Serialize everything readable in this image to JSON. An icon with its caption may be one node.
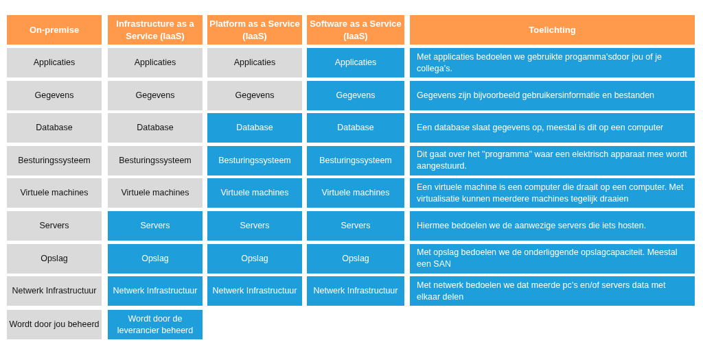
{
  "diagram": {
    "labels": [
      "On-premise",
      "Infrastructure as a Service (IaaS)",
      "Platform as a Service (IaaS)",
      "Software as a Service (IaaS)",
      "Toelichting",
      "Applicaties",
      "Applicaties",
      "Applicaties",
      "Applicaties",
      "Met applicaties bedoelen we gebruikte progamma’sdoor jou of je collega’s.",
      "Gegevens",
      "Gegevens",
      "Gegevens",
      "Gegevens",
      "Gegevens zijn bijvoorbeeld gebruikersinformatie en bestanden",
      "Database",
      "Database",
      "Database",
      "Database",
      "Een database slaat gegevens op, meestal is dit op een computer",
      "Besturingssysteem",
      "Besturingssysteem",
      "Besturingssysteem",
      "Besturingssysteem",
      "Dit gaat over het \"programma\" waar een elektrisch apparaat mee wordt aangestuurd.",
      "Virtuele machines",
      "Virtuele machines",
      "Virtuele machines",
      "Virtuele machines",
      "Een virtuele machine is een computer die draait op een computer. Met virtualisatie kunnen meerdere machines tegelijk draaien",
      "Servers",
      "Servers",
      "Servers",
      "Servers",
      "Hiermee bedoelen we de aanwezige servers die iets hosten.",
      "Opslag",
      "Opslag",
      "Opslag",
      "Opslag",
      "Met opslag bedoelen we de onderliggende opslagcapaciteit. Meestal een SAN",
      "Netwerk Infrastructuur",
      "Netwerk Infrastructuur",
      "Netwerk Infrastructuur",
      "Netwerk Infrastructuur",
      "Met netwerk bedoelen we dat meerde pc’s en/of servers data met elkaar delen"
    ],
    "legend": [
      {
        "text": "Wordt door jou beheerd",
        "color": "#dadada"
      },
      {
        "text": "Wordt door de leverancier beheerd",
        "color": "#1e9fdc"
      }
    ]
  }
}
